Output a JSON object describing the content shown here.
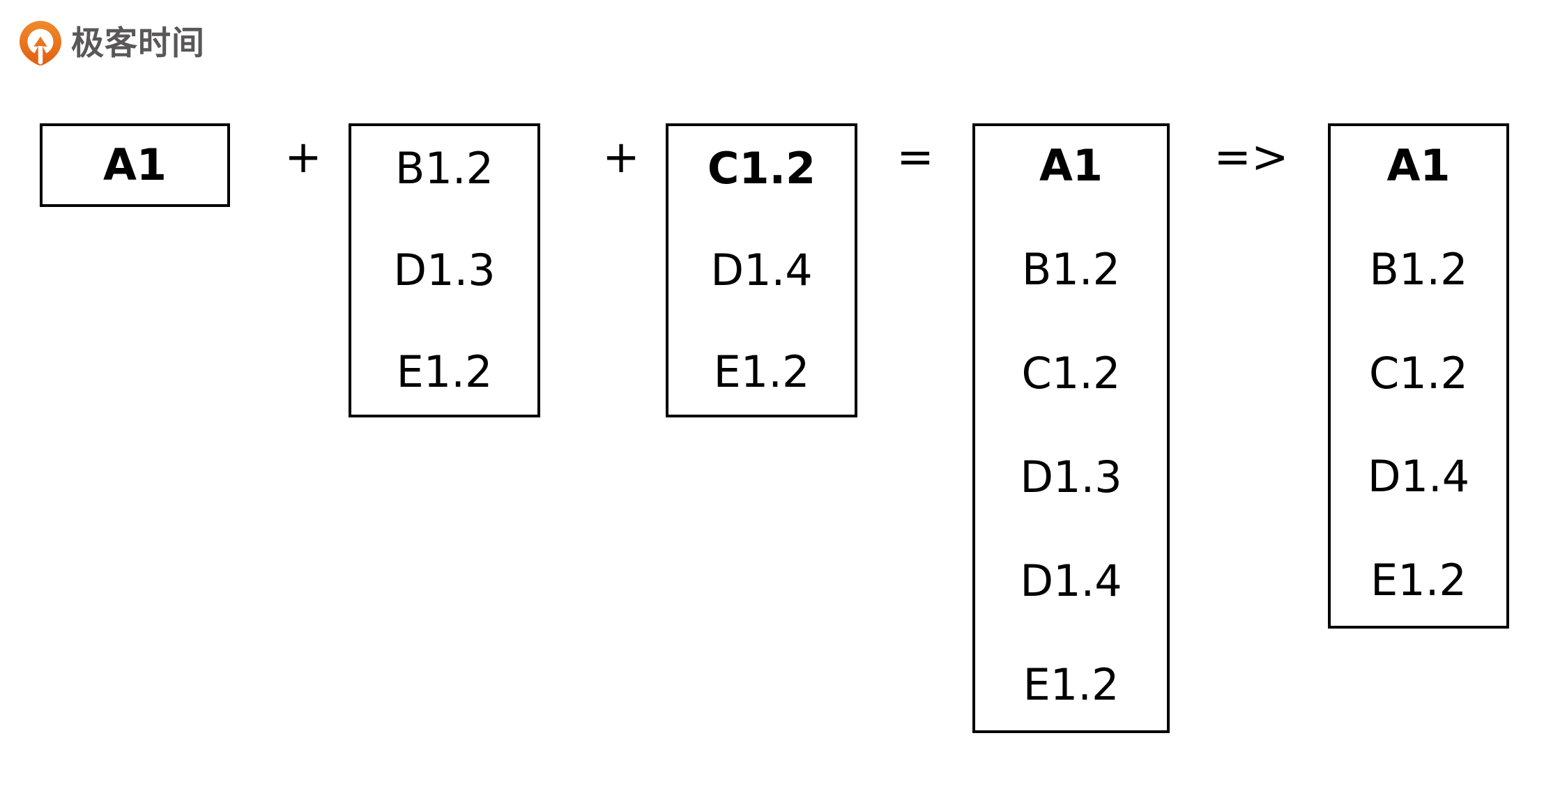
{
  "brand": {
    "logo_icon": "geektime-pin-icon",
    "name": "极客时间",
    "mark_color": "#ED7020",
    "mark_color_dark": "#E8590C",
    "text_color": "#595757"
  },
  "diagram": {
    "title": "",
    "stroke_color": "#000000",
    "background_color": "#FFFFFF",
    "boxes": [
      {
        "id": "box-a1",
        "name": "base-version-box",
        "cells": [
          {
            "text": "A1",
            "bold": true
          }
        ]
      },
      {
        "id": "box-branch1",
        "name": "branch-one-box",
        "cells": [
          {
            "text": "B1.2",
            "bold": false
          },
          {
            "text": "D1.3",
            "bold": false
          },
          {
            "text": "E1.2",
            "bold": false
          }
        ]
      },
      {
        "id": "box-branch2",
        "name": "branch-two-box",
        "cells": [
          {
            "text": "C1.2",
            "bold": true
          },
          {
            "text": "D1.4",
            "bold": false
          },
          {
            "text": "E1.2",
            "bold": false
          }
        ]
      },
      {
        "id": "box-merged",
        "name": "merged-set-box",
        "cells": [
          {
            "text": "A1",
            "bold": true
          },
          {
            "text": "B1.2",
            "bold": false
          },
          {
            "text": "C1.2",
            "bold": false
          },
          {
            "text": "D1.3",
            "bold": false
          },
          {
            "text": "D1.4",
            "bold": false
          },
          {
            "text": "E1.2",
            "bold": false
          }
        ]
      },
      {
        "id": "box-final",
        "name": "resolved-set-box",
        "cells": [
          {
            "text": "A1",
            "bold": true
          },
          {
            "text": "B1.2",
            "bold": false
          },
          {
            "text": "C1.2",
            "bold": false
          },
          {
            "text": "D1.4",
            "bold": false
          },
          {
            "text": "E1.2",
            "bold": false
          }
        ]
      }
    ],
    "operators": [
      {
        "id": "op-plus-1",
        "name": "plus-operator-1",
        "symbol": "+"
      },
      {
        "id": "op-plus-2",
        "name": "plus-operator-2",
        "symbol": "+"
      },
      {
        "id": "op-equals",
        "name": "equals-operator",
        "symbol": "="
      },
      {
        "id": "op-implies",
        "name": "implies-operator",
        "symbol": "=>"
      }
    ]
  }
}
